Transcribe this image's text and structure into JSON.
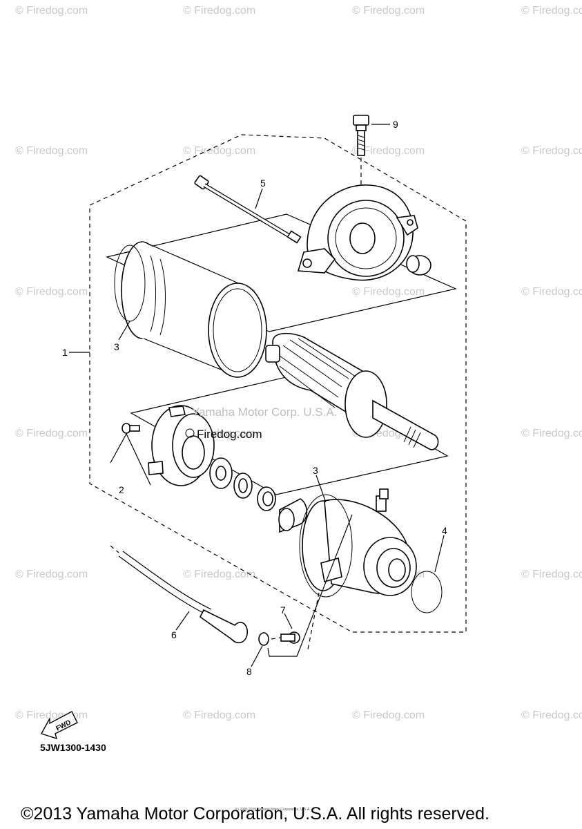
{
  "watermark_text": "© Firedog.com",
  "center_watermark": "Yamaha Motor Corp. U.S.A.",
  "center_site": "Firedog.com",
  "part_labels": [
    "1",
    "2",
    "3",
    "3",
    "4",
    "5",
    "6",
    "7",
    "8",
    "9"
  ],
  "fwd_label": "FWD",
  "diagram_code": "5JW1300-1430",
  "copyright": "©2013 Yamaha Motor Corporation, U.S.A. All rights reserved.",
  "small_copyright": "(c) 2005-2015 Yamaha Motor Corporation, U.S.A."
}
